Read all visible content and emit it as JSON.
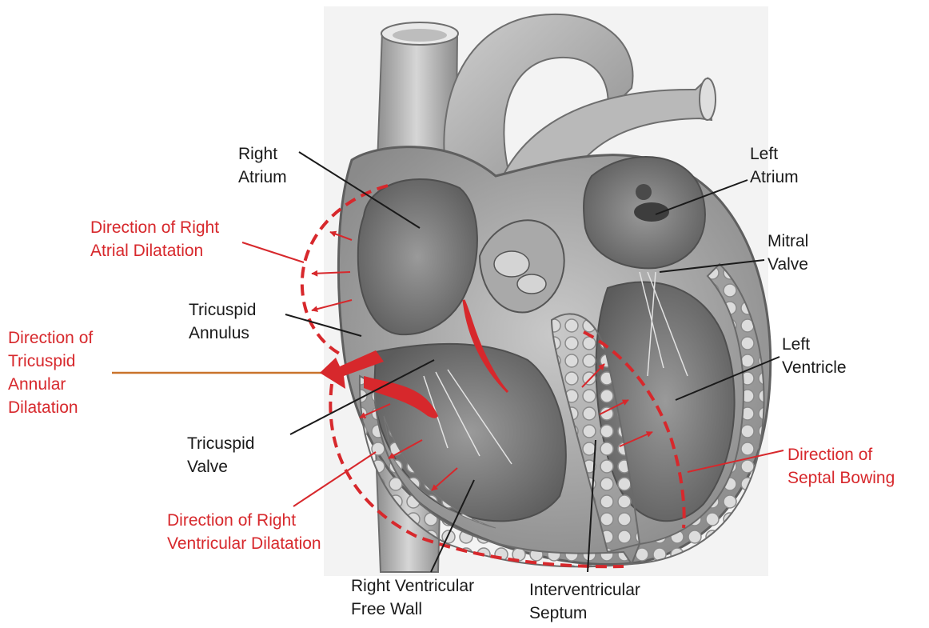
{
  "colors": {
    "annotation_red": "#d7282c",
    "label_black": "#1a1a1a",
    "tricuspid_arrow_orange": "#c9742c",
    "illustration_background": "#f3f3f3"
  },
  "labels": {
    "right_atrium": [
      "Right",
      "Atrium"
    ],
    "left_atrium": [
      "Left",
      "Atrium"
    ],
    "mitral_valve": [
      "Mitral",
      "Valve"
    ],
    "tricuspid_annulus": [
      "Tricuspid",
      "Annulus"
    ],
    "left_ventricle": [
      "Left",
      "Ventricle"
    ],
    "tricuspid_valve": [
      "Tricuspid",
      "Valve"
    ],
    "rv_free_wall": [
      "Right Ventricular",
      "Free Wall"
    ],
    "interventricular_septum": [
      "Interventricular",
      "Septum"
    ]
  },
  "annotations": {
    "ra_dilatation": [
      "Direction of Right",
      "Atrial Dilatation"
    ],
    "tricuspid_annular_dilatation": [
      "Direction of",
      "Tricuspid",
      "Annular",
      "Dilatation"
    ],
    "septal_bowing": [
      "Direction of",
      "Septal Bowing"
    ],
    "rv_dilatation": [
      "Direction of Right",
      "Ventricular Dilatation"
    ]
  }
}
